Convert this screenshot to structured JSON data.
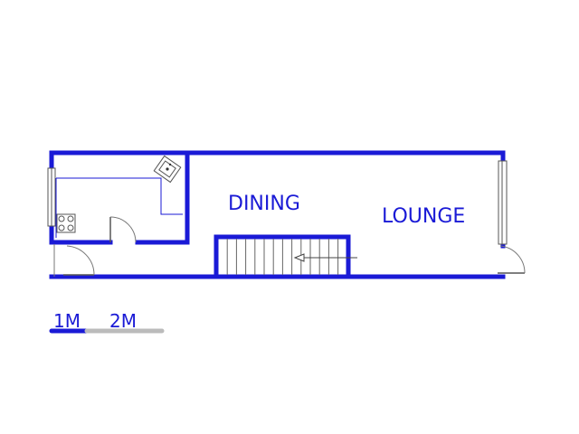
{
  "rooms": {
    "dining": "DINING",
    "lounge": "LOUNGE"
  },
  "scale_bar": {
    "label_1": "1M",
    "label_2": "2M"
  },
  "colors": {
    "wall": "#1a1ad6",
    "fixture": "#777777",
    "scale_secondary": "#bbbbbb"
  }
}
